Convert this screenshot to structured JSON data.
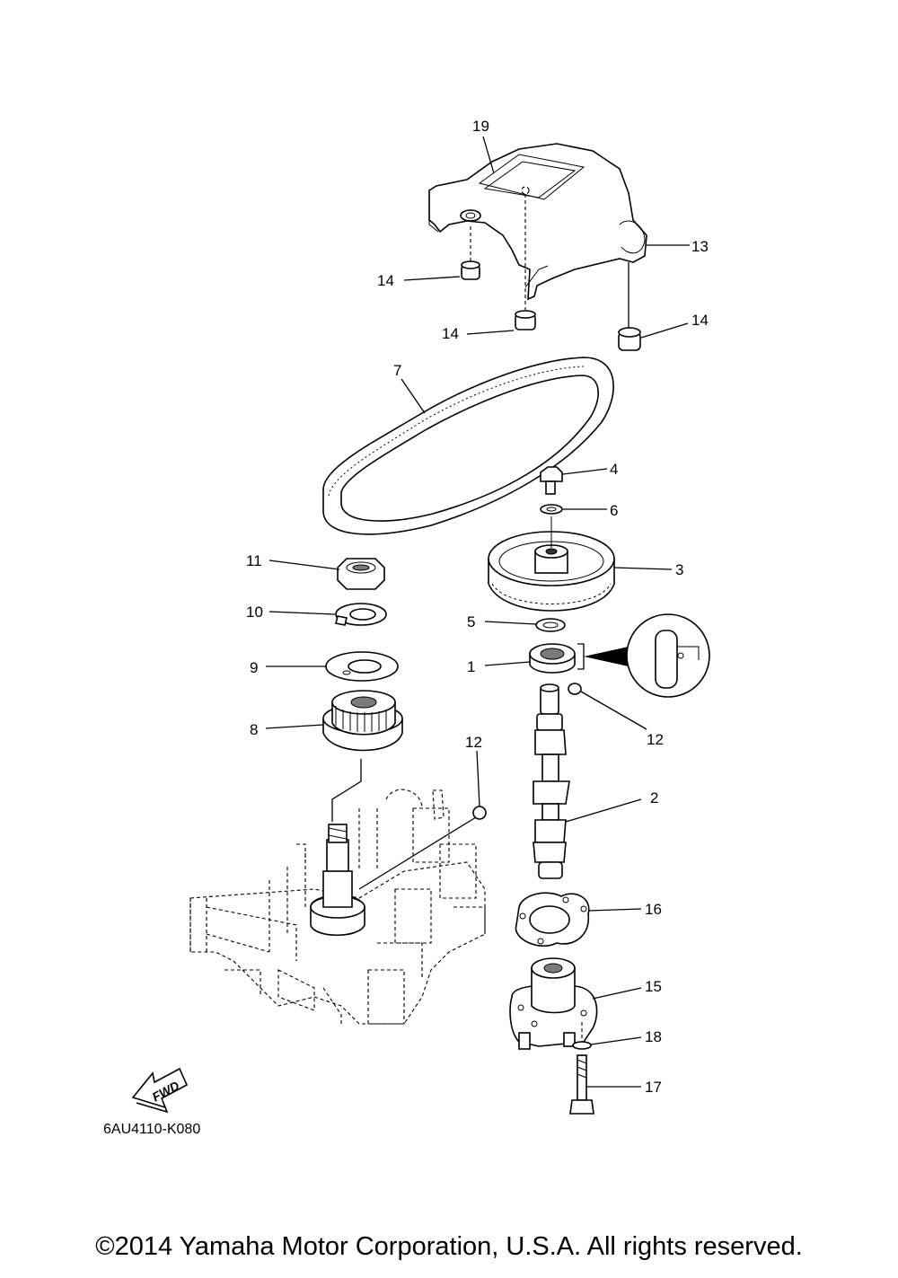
{
  "labels": {
    "p1": "1",
    "p2": "2",
    "p3": "3",
    "p4": "4",
    "p5": "5",
    "p6": "6",
    "p7": "7",
    "p8": "8",
    "p9": "9",
    "p10": "10",
    "p11": "11",
    "p12a": "12",
    "p12b": "12",
    "p13": "13",
    "p14a": "14",
    "p14b": "14",
    "p14c": "14",
    "p15": "15",
    "p16": "16",
    "p17": "17",
    "p18": "18",
    "p19": "19"
  },
  "diagram_code": "6AU4110-K080",
  "fwd_label": "FWD",
  "copyright": "©2014 Yamaha Motor Corporation, U.S.A. All rights reserved."
}
